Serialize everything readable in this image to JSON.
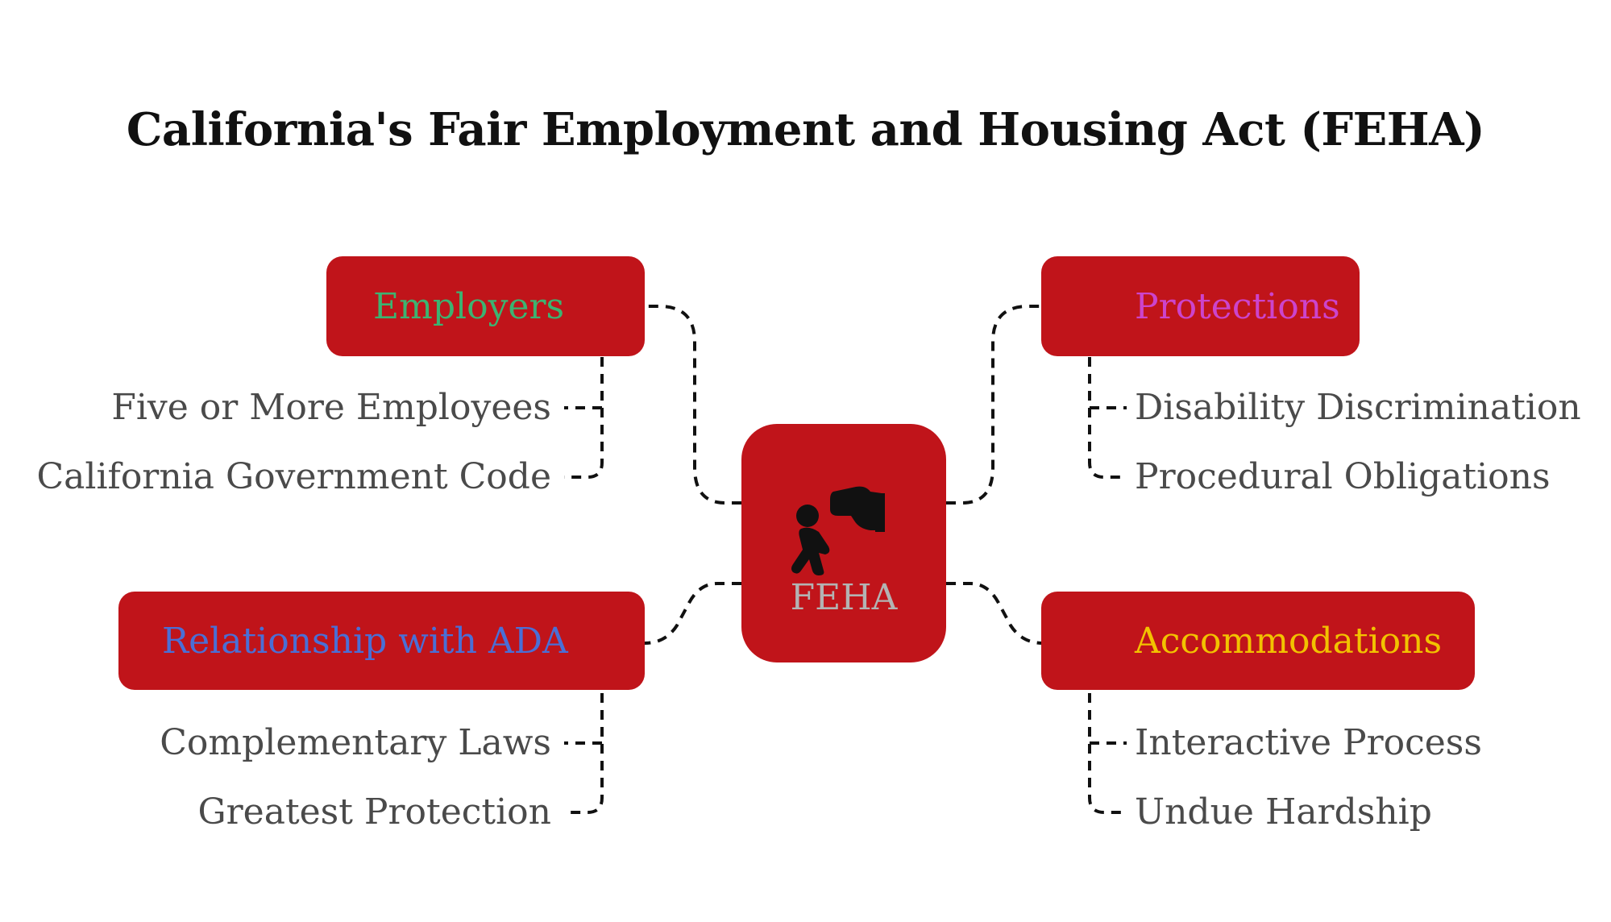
{
  "title": "California's Fair Employment and Housing Act (FEHA)",
  "center": {
    "label": "FEHA",
    "icon": "discrimination-icon"
  },
  "colors": {
    "box_fill": "#c0141a",
    "employers_label": "#3cb371",
    "protections_label": "#cc44cc",
    "ada_label": "#4a6fd6",
    "accommodations_label": "#f2c200",
    "center_label": "#b3b3b3",
    "leaf_text": "#4a4a4a",
    "connector": "#111111"
  },
  "branches": {
    "employers": {
      "label": "Employers",
      "items": [
        "Five or More Employees",
        "California Government Code"
      ]
    },
    "protections": {
      "label": "Protections",
      "items": [
        "Disability Discrimination",
        "Procedural Obligations"
      ]
    },
    "ada": {
      "label": "Relationship with ADA",
      "items": [
        "Complementary Laws",
        "Greatest Protection"
      ]
    },
    "accommodations": {
      "label": "Accommodations",
      "items": [
        "Interactive Process",
        "Undue Hardship"
      ]
    }
  }
}
